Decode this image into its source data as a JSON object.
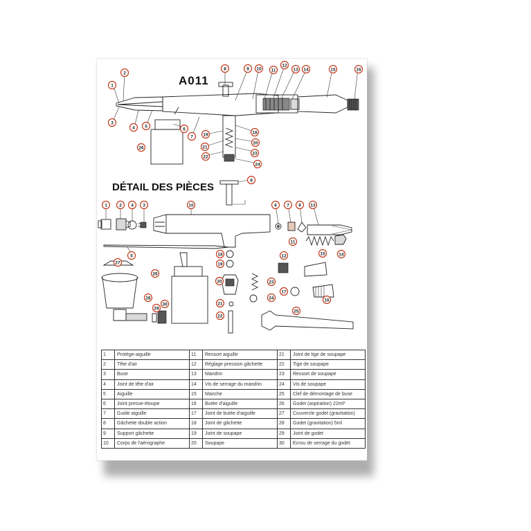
{
  "header": {
    "model": "A011",
    "section_title": "DÉTAIL DES PIÈCES"
  },
  "callouts_top": [
    "1",
    "2",
    "3",
    "4",
    "5",
    "6",
    "7",
    "8",
    "9",
    "10",
    "11",
    "12",
    "13",
    "14",
    "15",
    "16",
    "18",
    "19",
    "20",
    "21",
    "22",
    "23",
    "24",
    "26"
  ],
  "callouts_detail": [
    "1",
    "2",
    "4",
    "3",
    "10",
    "6",
    "7",
    "9",
    "13",
    "8",
    "5",
    "11",
    "12",
    "14",
    "15",
    "18",
    "19",
    "20",
    "23",
    "21",
    "22",
    "24",
    "17",
    "16",
    "25",
    "27",
    "26",
    "28",
    "29",
    "30"
  ],
  "parts": [
    {
      "num": "1",
      "name": "Protége-aiguille"
    },
    {
      "num": "2",
      "name": "Tête d'air"
    },
    {
      "num": "3",
      "name": "Buse"
    },
    {
      "num": "4",
      "name": "Joint de tête d'air"
    },
    {
      "num": "5",
      "name": "Aiguille"
    },
    {
      "num": "6",
      "name": "Joint presse-étoupe"
    },
    {
      "num": "7",
      "name": "Guide aiguille"
    },
    {
      "num": "8",
      "name": "Gâchette double action"
    },
    {
      "num": "9",
      "name": "Support gâchette"
    },
    {
      "num": "10",
      "name": "Corps de l'aérographe"
    },
    {
      "num": "11",
      "name": "Ressort aiguille"
    },
    {
      "num": "12",
      "name": "Réglage pression gâchette"
    },
    {
      "num": "13",
      "name": "Mandrin"
    },
    {
      "num": "14",
      "name": "Vis de serrage du mandrin"
    },
    {
      "num": "15",
      "name": "Manche"
    },
    {
      "num": "16",
      "name": "Butée d'aiguille"
    },
    {
      "num": "17",
      "name": "Joint de butée d'aiguille"
    },
    {
      "num": "18",
      "name": "Joint de gâchette"
    },
    {
      "num": "19",
      "name": "Joint de soupape"
    },
    {
      "num": "20",
      "name": "Soupape"
    },
    {
      "num": "21",
      "name": "Joint de tige de soupape"
    },
    {
      "num": "22",
      "name": "Tige de soupape"
    },
    {
      "num": "23",
      "name": "Ressort de soupape"
    },
    {
      "num": "24",
      "name": "Vis de soupape"
    },
    {
      "num": "25",
      "name": "Clef de démontage de buse"
    },
    {
      "num": "26",
      "name": "Godet (aspiration) 22ml*"
    },
    {
      "num": "27",
      "name": "Couvercle godet (gravitation)"
    },
    {
      "num": "28",
      "name": "Godet (gravitation) 5ml"
    },
    {
      "num": "29",
      "name": "Joint de godet"
    },
    {
      "num": "30",
      "name": "Ecrou de serrage du godet"
    }
  ],
  "colors": {
    "callout_ring": "#c23a1c",
    "ink": "#222222"
  },
  "icons": [
    "airbrush-assembly-drawing",
    "exploded-parts-drawing"
  ]
}
